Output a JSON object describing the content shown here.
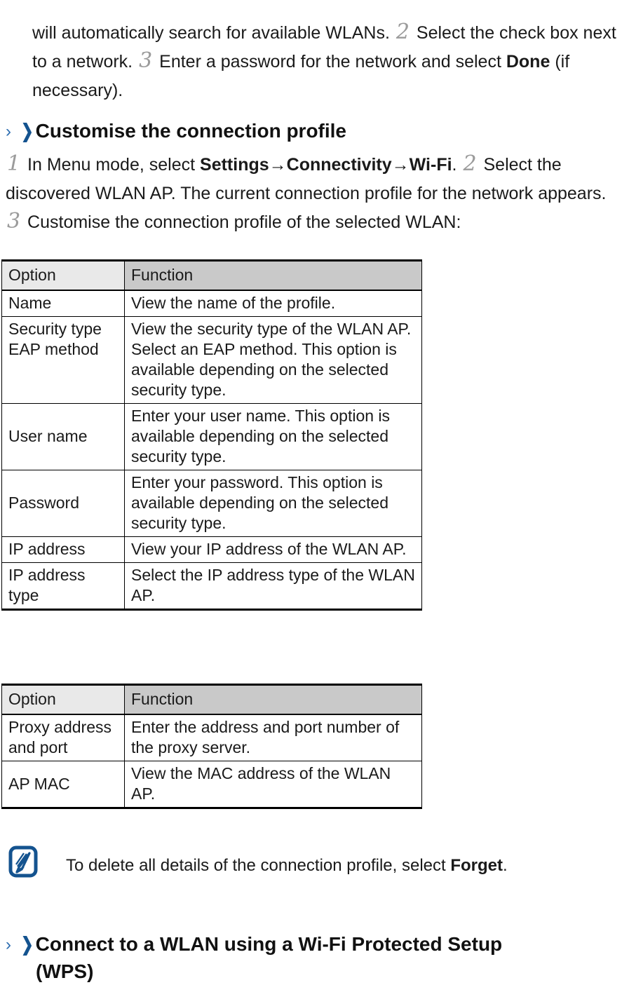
{
  "document": {
    "intro_paragraph": {
      "text_before_2": "will automatically search for available WLANs.",
      "step_2": "2",
      "text_after_2": "Select the check box next to a network.",
      "step_3": "3",
      "text_after_3": "Enter a password for the network and select",
      "bold_done": "Done",
      "text_end": "(if necessary)."
    },
    "heading_customise": {
      "chevron_thin": "›",
      "chevron_bold": "❯",
      "title": "Customise the connection profile"
    },
    "steps_paragraph": {
      "step_1": "1",
      "text_1a": "In Menu mode, select",
      "bold_settings": "Settings",
      "arrow_1": "→",
      "bold_connectivity": "Connectivity",
      "arrow_2": "→",
      "bold_wifi": "Wi-Fi",
      "text_1b": ".",
      "step_2": "2",
      "text_2": "Select the discovered WLAN AP. The current connection profile for the network appears.",
      "step_3": "3",
      "text_3": "Customise the connection profile of the selected WLAN:"
    },
    "table_1": {
      "headers": [
        "Option",
        "Function"
      ],
      "rows": [
        {
          "option": "Name",
          "function": "View the name of the profile.",
          "option_align": "middle",
          "function_align": "middle"
        },
        {
          "option": "Security type EAP method",
          "function": "View the security type of the WLAN AP. Select an EAP method. This option is available depending on the selected security type.",
          "option_align": "top",
          "function_align": "top"
        },
        {
          "option": "User name",
          "function": "Enter your user name. This option is available depending on the selected security type.",
          "option_align": "middle",
          "function_align": "middle"
        },
        {
          "option": "Password",
          "function": "Enter your password. This option is available depending on the selected security type.",
          "option_align": "middle",
          "function_align": "middle"
        },
        {
          "option": "IP address",
          "function": "View your IP address of the WLAN AP.",
          "option_align": "middle",
          "function_align": "middle"
        },
        {
          "option": "IP address type",
          "function": "Select the IP address type of the WLAN AP.",
          "option_align": "top",
          "function_align": "top"
        }
      ]
    },
    "table_2": {
      "headers": [
        "Option",
        "Function"
      ],
      "rows": [
        {
          "option": "Proxy address and port",
          "function": "Enter the address and port number of the proxy server.",
          "option_align": "top",
          "function_align": "middle"
        },
        {
          "option": "AP MAC",
          "function": "View the MAC address of the WLAN AP.",
          "option_align": "middle",
          "function_align": "middle"
        }
      ]
    },
    "note": {
      "icon": "note-quill-icon",
      "text_before_bold": "To delete all details of the connection profile, select",
      "bold_term": "Forget",
      "text_after_bold": "."
    },
    "heading_wps": {
      "chevron_thin": "›",
      "chevron_bold": "❯",
      "title_line1": "Connect to a WLAN using a Wi-Fi Protected Setup",
      "title_line2": "(WPS)"
    },
    "colors": {
      "accent_blue": "#14538f",
      "chevron_light_blue": "#2b6cb0",
      "step_number_gray": "#9b9b9b",
      "header_cell_light": "#e9e9e9",
      "header_cell_dark": "#c9c9c9",
      "text": "#1a1a1a"
    }
  }
}
